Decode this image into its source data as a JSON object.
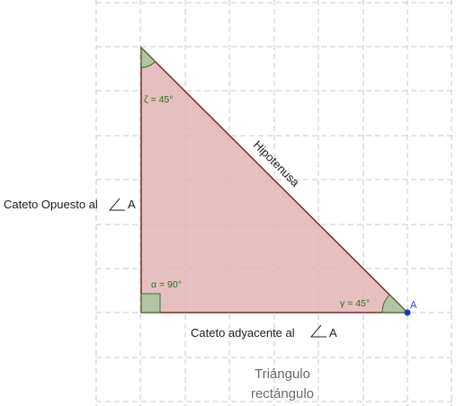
{
  "diagram": {
    "hypotenuse_label": "Hipotenusa",
    "opposite_label": "Cateto Opuesto al",
    "adjacent_label": "Cateto  adyacente al",
    "angle_ref": "A",
    "vertex_a_label": "A",
    "angle_top": "ζ = 45°",
    "angle_right_corner": "α = 90°",
    "angle_bottom_right": "γ = 45°",
    "caption_line1": "Triángulo",
    "caption_line2": "rectángulo",
    "colors": {
      "triangle_fill": "#e2b4b6",
      "triangle_stroke": "#7a2a2a",
      "angle_fill": "#a8c49a",
      "angle_stroke": "#3f6b2e",
      "vertex_point": "#2233bb",
      "grid": "#c8c8c8"
    }
  }
}
